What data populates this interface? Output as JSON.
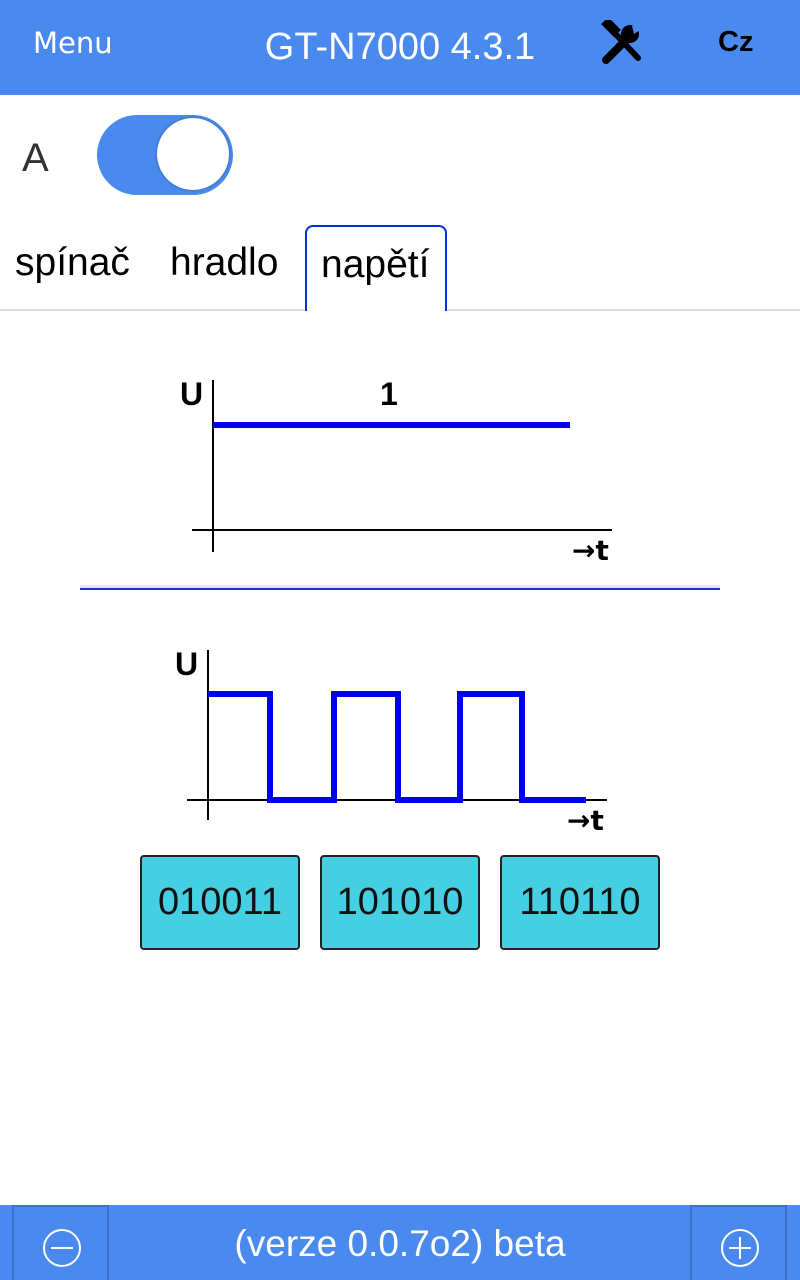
{
  "header": {
    "menu_label": "Menu",
    "title": "GT-N7000 4.3.1",
    "tools_icon": "tools-icon",
    "language_label": "Cz"
  },
  "toggle": {
    "label": "A",
    "on": true
  },
  "tabs": [
    {
      "label": "spínač",
      "active": false
    },
    {
      "label": "hradlo",
      "active": false
    },
    {
      "label": "napětí",
      "active": true
    }
  ],
  "chart1": {
    "y_label": "U",
    "x_label": "→t",
    "value_label": "1"
  },
  "chart2": {
    "y_label": "U",
    "x_label": "→t"
  },
  "codes": [
    "010011",
    "101010",
    "110110"
  ],
  "footer": {
    "minus_icon": "minus-circle-icon",
    "version": "(verze 0.0.7o2) beta",
    "plus_icon": "plus-circle-icon"
  },
  "colors": {
    "bar": "#4a8aee",
    "signal": "#0000ee",
    "code_button": "#44cfe3"
  }
}
